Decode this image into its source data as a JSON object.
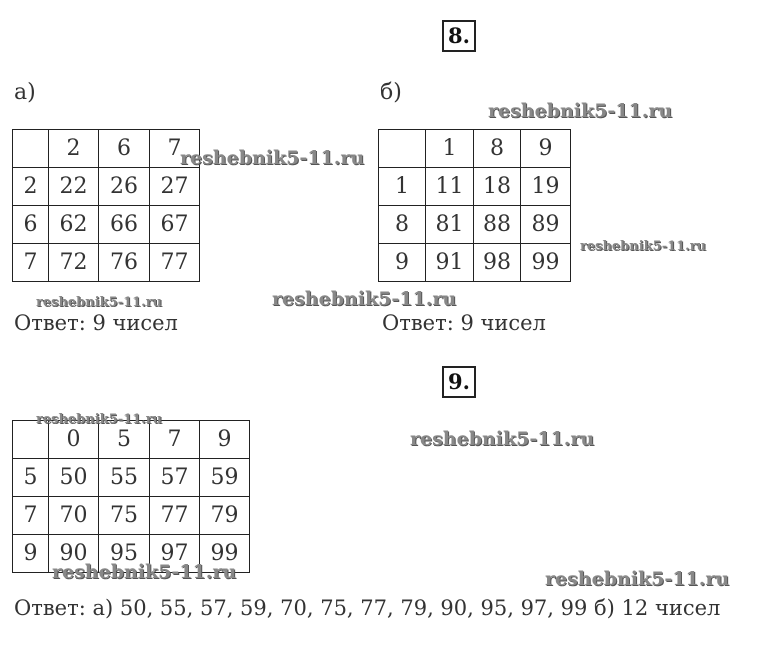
{
  "task8": {
    "number": "8.",
    "a": {
      "label": "а)",
      "header": [
        "",
        "2",
        "6",
        "7"
      ],
      "rows": [
        [
          "2",
          "22",
          "26",
          "27"
        ],
        [
          "6",
          "62",
          "66",
          "67"
        ],
        [
          "7",
          "72",
          "76",
          "77"
        ]
      ],
      "answer": "Ответ: 9 чисел"
    },
    "b": {
      "label": "б)",
      "header": [
        "",
        "1",
        "8",
        "9"
      ],
      "rows": [
        [
          "1",
          "11",
          "18",
          "19"
        ],
        [
          "8",
          "81",
          "88",
          "89"
        ],
        [
          "9",
          "91",
          "98",
          "99"
        ]
      ],
      "answer": "Ответ: 9 чисел"
    }
  },
  "task9": {
    "number": "9.",
    "header": [
      "",
      "0",
      "5",
      "7",
      "9"
    ],
    "rows": [
      [
        "5",
        "50",
        "55",
        "57",
        "59"
      ],
      [
        "7",
        "70",
        "75",
        "77",
        "79"
      ],
      [
        "9",
        "90",
        "95",
        "97",
        "99"
      ]
    ],
    "answer": "Ответ: а) 50, 55, 57, 59, 70, 75, 77, 79, 90, 95, 97, 99    б) 12 чисел"
  },
  "watermark": "reshebnik5-11.ru"
}
